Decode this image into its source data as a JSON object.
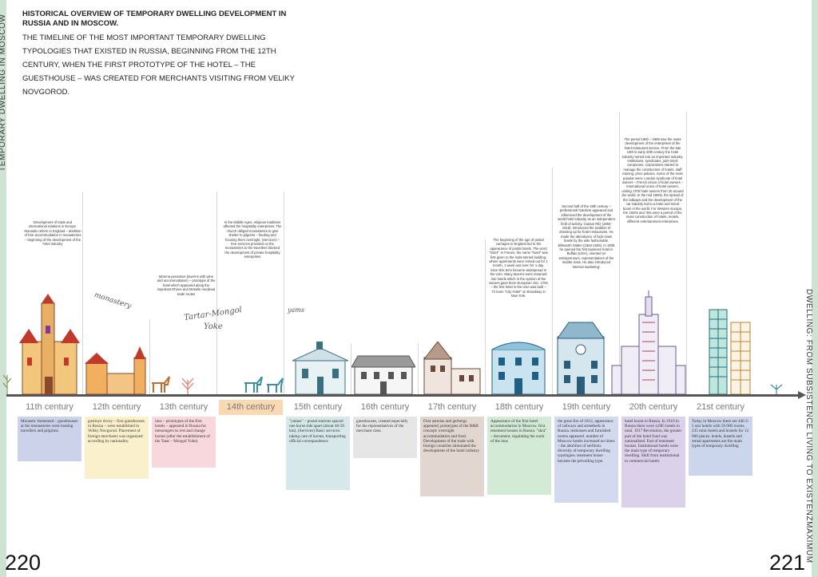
{
  "page": {
    "left_side_label": "TEMPORARY DWELLING IN MOSCOW",
    "right_side_label": "DWELLING: FROM SUBSISTENCE LIVING TO EXISTENZMAXIMUM",
    "page_left": "220",
    "page_right": "221"
  },
  "header": {
    "title": "HISTORICAL OVERVIEW OF TEMPORARY DWELLING DEVELOPMENT IN RUSSIA AND IN MOSCOW.",
    "lead": "THE TIMELINE OF THE MOST IMPORTANT TEMPORARY DWELLING TYPOLOGIES THAT EXISTED IN RUSSIA, BEGINNING FROM THE 12TH CENTURY, WHEN THE FIRST PROTOTYPE OF THE HOTEL – THE GUESTHOUSE – WAS CREATED FOR MERCHANTS VISITING FROM VELIKY NOVGOROD."
  },
  "handwriting": {
    "monastery": "monastery",
    "yoke_1": "Tartar-Mongol",
    "yoke_2": "Yoke",
    "yams": "yams"
  },
  "notes": [
    "Development of trade and international relations in Europe. Monastic reform in England – abolition of free accommodation in monasteries – beginning of the development of the hotel industry",
    "taberna pensarius (taverns with wine and accommodation) – prototype of the hotel which appeared along the important Rhone and Moselle medieval trade routes",
    "In the Middle Ages, religious traditions affected the hospitality enterprises: The church obliged monasteries to give shelter to pilgrims – feeding and housing them overnight. (Services) – free services provided on the monasteries to the travellers blocked the development of private hospitality enterprises",
    "The beginning of the age of postal carriages in England led to the appearance of postal hotels. The word \"hotel\". In France, the name \"hotel\" was first given to the multi-storied building, where apartments were rented out for 1 month, 1 week and even for 1 day. Soon this term became widespread in the USA. Many taverns were renamed into hotels which in the opinion of the owners gave them European chic. 1794 – the first hotel in the USA was built – 73 room \"City Hotel\" on Broadway in New York.",
    "Second half of the 19th century – professional hoteliers appeared and influenced the development of the world hotel industry as an independent field of activity. Caesar Ritz (1850-1918). Introduced the tradition of dressing up for hotel restaurants. He made the attendance of high-class hotels by the elite fashionable. Ellsworth Statler (1863-1928). In 1908 he opened the first business hotel in Buffalo (USA), oriented on entrepreneurs, representatives of the middle class. He also introduced 'internal marketing'.",
    "The period 1960 – 1989 saw the mass development of the enterprises of the hotel-restaurant service. From the late 19th to early 20th century the hotel industry turned into an important industry. Institutions, syndicates, joint-stock companies, corporations started to manage the construction of hotels, staff training, price policies. Some of the most popular were: London syndicate of hotel owners – French Union of hotel owners – International Union of hotel owners, uniting 1700 hotel owners from 20 around the world. In the mid 1900s, the spread of the railways and the development of the car industry led to a hotel and resort boom in the world. For Western Europe, the 1920s and '30s were a period of the mass construction of hotels, motels, different entertainment enterprises"
  ],
  "centuries": [
    {
      "label": "11th century",
      "color": "#ccd2ea",
      "desc": "Monastic farmstead – guesthouses at the monasteries were hosting travellers and pilgrims."
    },
    {
      "label": "12th century",
      "color": "#faf1cc",
      "desc": "gostinye dvory – first guesthouses in Russia – were established in Veliky Novgorod. Placement of foreign merchants was organized according by nationality."
    },
    {
      "label": "13th century",
      "color": "#f8d8dc",
      "desc": "inns – prototypes of the first hotels – appeared in Russia for messengers to rest and change horses (after the establishment of the Tatar – Mongol Yoke)."
    },
    {
      "label": "14th century",
      "color": "#fad9b2",
      "desc": ""
    },
    {
      "label": "15th century",
      "color": "#d6e8ea",
      "desc": "\"yamas\" – postal stations spaced one horse ride apart (about 40-50 km). (Services) Basic services: taking care of horses, transporting official correspondence"
    },
    {
      "label": "16th century",
      "color": "#e6e6e6",
      "desc": "guesthouses, created especially for the representatives of the merchant class"
    },
    {
      "label": "17th century",
      "color": "#e2d6d0",
      "desc": "First asterias and gerbergs appeared, prototypes of the B&B concept: overnight accommodation and food. Development of the trade with foreign countries stimulated the development of the hotel industry"
    },
    {
      "label": "18th century",
      "color": "#d3ead6",
      "desc": "Appearance of the first hotel accommodation in Moscow. first tenement houses in Russia. \"skra\" – document, regulating the work of the inns"
    },
    {
      "label": "19th century",
      "color": "#d3d9ee",
      "desc": "the great fire of 1812, appearance of railways and streetbeds in Russia. teahouses and furnished rooms appeared. number of Moscow hotels increased no times – the abolition of serfdom. diversity of temporary dwelling typologies. tenement house became the prevailing type."
    },
    {
      "label": "20th century",
      "color": "#dcd1ea",
      "desc": "hotel boom in Russia. In 1910 in Russia there were 4,685 hotels in total. 1917 Revolution, the greater part of the hotel fund was nationalised. End of tenement houses. Institutional hotels were the main type of temporary dwelling. Shift from institutional to commercial hotels"
    },
    {
      "label": "21st century",
      "color": "#cbd6ec",
      "desc": "Today in Moscow there are 440 3-5 star hotels with 50 000 rooms, 235 mini-hotels and hostels for 12 000 places. hotels, hostels and rental apartments are the main types of temporary dwelling"
    }
  ]
}
